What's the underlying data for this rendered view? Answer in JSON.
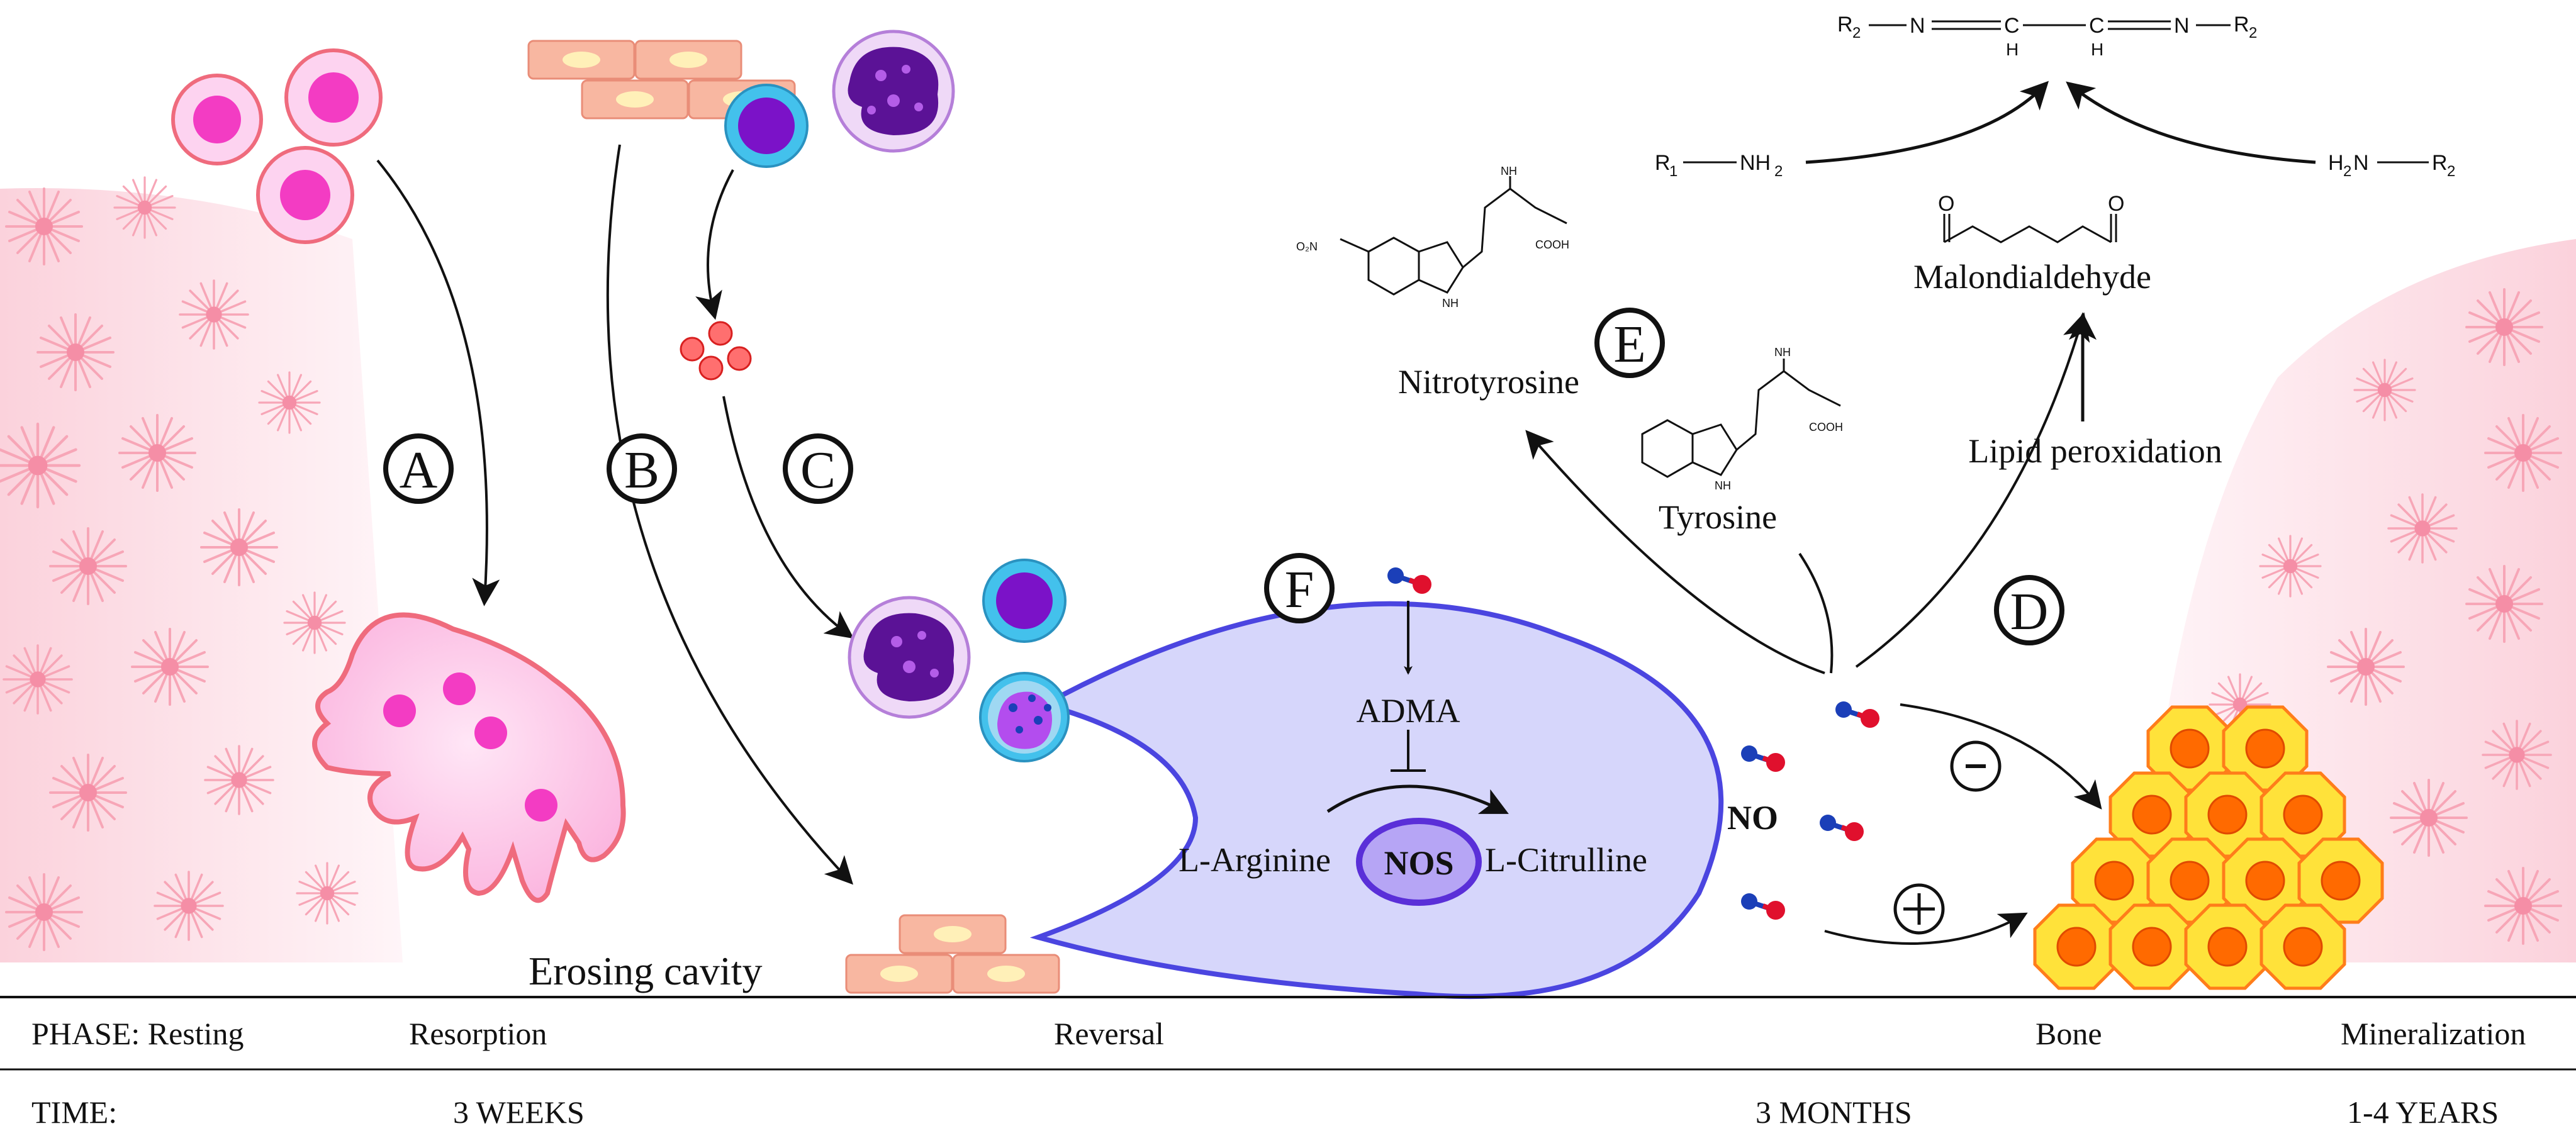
{
  "steps": {
    "a": "A",
    "b": "B",
    "c": "C",
    "d": "D",
    "e": "E",
    "f": "F"
  },
  "labels": {
    "erosing_cavity": "Erosing cavity",
    "adma": "ADMA",
    "l_arginine": "L-Arginine",
    "nos": "NOS",
    "l_citrulline": "L-Citrulline",
    "no": "NO",
    "minus": "-",
    "plus": "+",
    "nitrotyrosine": "Nitrotyrosine",
    "tyrosine": "Tyrosine",
    "lipid_peroxidation": "Lipid peroxidation",
    "malondialdehyde": "Malondialdehyde"
  },
  "chem": {
    "r1": "R",
    "r1_sub": "1",
    "nh2": "NH",
    "nh2_sub": "2",
    "h2": "H",
    "h2_sub": "2",
    "n_r2": "N",
    "r2": "R",
    "r2_sub": "2",
    "n": "N",
    "c": "C",
    "h": "H",
    "o": "O",
    "nh": "NH",
    "cooh": "COOH",
    "o2n": "O₂N"
  },
  "timeline": {
    "phase_label": "PHASE: Resting",
    "resorption": "Resorption",
    "reversal": "Reversal",
    "bone": "Bone",
    "mineralization": "Mineralization",
    "time_label": "TIME:",
    "t1": "3 WEEKS",
    "t2": "3 MONTHS",
    "t3": "1-4 YEARS"
  },
  "colors": {
    "bone_tissue": "#f9c6d3",
    "osteoclast": "#fdbfe6",
    "osteoclast_edge": "#ef6b7d",
    "lining_cell": "#f8b7a1",
    "reversal_cell": "#d6d6fb",
    "reversal_edge": "#4b45e0",
    "osteoblast": "#ffe23a",
    "osteoblast_core": "#ff6a00",
    "macrophage": "#7b2cbf",
    "lymphocyte_ring": "#43c1ec",
    "no_blue": "#1b3fb8",
    "no_red": "#e0102d"
  }
}
